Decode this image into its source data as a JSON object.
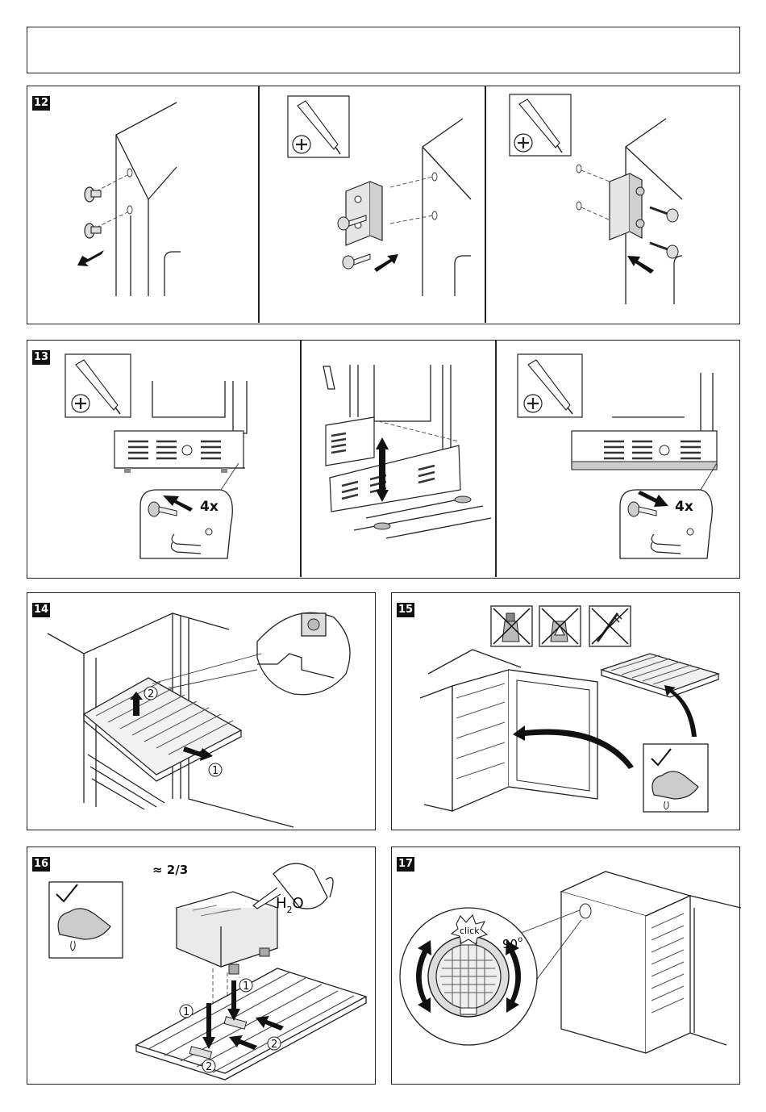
{
  "header": {
    "title": ""
  },
  "steps": [
    {
      "number": "12"
    },
    {
      "number": "13"
    },
    {
      "number": "14"
    },
    {
      "number": "15"
    },
    {
      "number": "16"
    },
    {
      "number": "17"
    }
  ],
  "labels": {
    "screw_count_remove": "4x",
    "screw_count_insert": "4x",
    "fill_level": "≈ 2/3",
    "water_symbol": "H",
    "water_subscript": "2",
    "water_suffix": "O",
    "click_text": "click",
    "rotation_angle": "90",
    "degree_sign": "o",
    "order_1": "1",
    "order_2": "2"
  },
  "icons": {
    "screwdriver": "phillips-screwdriver-icon",
    "no_spray_cleaner": "no-spray-cleaner-icon",
    "no_caustic_cleaner": "no-caustic-cleaner-icon",
    "no_scrub_brush": "no-scrub-brush-icon",
    "wipe_cloth": "wipe-cloth-icon",
    "checkmark": "checkmark-icon"
  }
}
